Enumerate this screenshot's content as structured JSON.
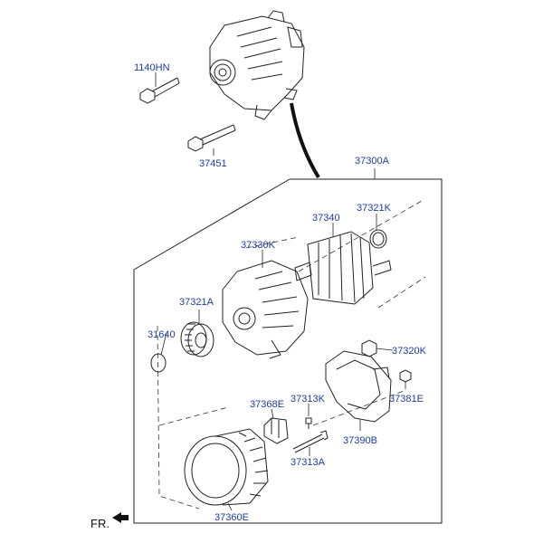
{
  "labels": {
    "p1140HN": "1140HN",
    "p37451": "37451",
    "p37300A": "37300A",
    "p37340": "37340",
    "p37321K": "37321K",
    "p37330K": "37330K",
    "p37321A": "37321A",
    "p31640": "31640",
    "p37320K": "37320K",
    "p37368E": "37368E",
    "p37313K": "37313K",
    "p37381E": "37381E",
    "p37390B": "37390B",
    "p37313A": "37313A",
    "p37360E": "37360E"
  },
  "direction_label": "FR.",
  "colors": {
    "label": "#1e3c9c",
    "line": "#222222"
  }
}
